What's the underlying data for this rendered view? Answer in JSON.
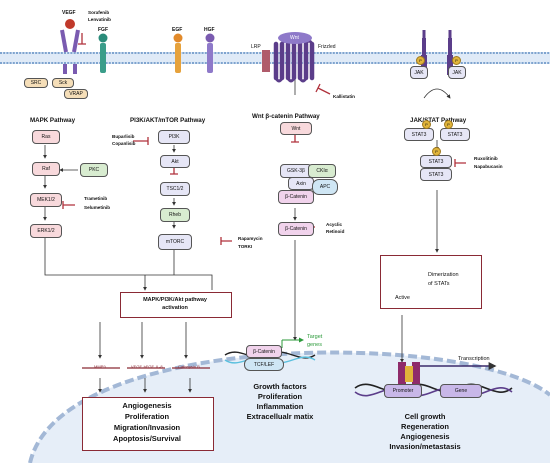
{
  "receptors": {
    "vegf": "VEGF",
    "fgf": "FGF",
    "egf": "EGF",
    "hgf": "HGF",
    "src": "SRC",
    "sck": "Sck",
    "vrap": "VRAP",
    "lrp": "LRP",
    "wnt_ligand": "Wnt",
    "frizzled": "Frizzled"
  },
  "drugs": {
    "sorafenib": "Sorafenib",
    "lenvatinib": "Lenvatinib",
    "kallistatin": "Kallistatin",
    "buparlisib": "Buparlisib",
    "copanlisib": "Copanlisib",
    "trametinib": "Trametinib",
    "selumetinib": "Selumetinib",
    "rapamycin": "Rapamycin",
    "torki": "TORKI",
    "acyclic_retinoid_1": "Acyclic",
    "acyclic_retinoid_2": "Retinoid",
    "ruxolitinib": "Ruxolitinib",
    "napabucasin": "Napabucasin"
  },
  "pathways": {
    "mapk": "MAPK Pathway",
    "pi3k": "PI3K/AKT/mTOR Pathway",
    "wnt": "Wnt β-catenin Pathway",
    "jakstat": "JAK/STAT Pathway"
  },
  "mapk_nodes": [
    "Ras",
    "Raf",
    "PKC",
    "MEK1/2",
    "ERK1/2"
  ],
  "pi3k_nodes": [
    "PI3K",
    "Akt",
    "TSC1/2",
    "Rheb",
    "mTORC"
  ],
  "wnt_nodes": {
    "wnt": "Wnt",
    "gsk": "GSK-3β",
    "ck": "CKIα",
    "axin": "Axin",
    "apc": "APC",
    "bcat1": "β-Catenin",
    "bcat2": "β-Catenin"
  },
  "jak_nodes": {
    "jak1": "JAK",
    "jak2": "JAK",
    "p": "P",
    "stat3_a": "STAT3",
    "stat3_b": "STAT3",
    "stat3_c": "STAT3",
    "stat3_d": "STAT3"
  },
  "dimer": {
    "label1": "Dimerization",
    "label2": "of STATs",
    "active": "Active"
  },
  "combined": {
    "line1": "MAPK/PI3K/Akt pathway",
    "line2": "activation"
  },
  "genes": {
    "mmp9": "MMP9",
    "vegf": "VEGF, bFGF, IL-8",
    "cath": "Cathepsin B"
  },
  "outcome_left": [
    "Angiogenesis",
    "Proliferation",
    "Migration/Invasion",
    "Apoptosis/Survival"
  ],
  "nucleus_wnt": {
    "bcat": "β-Catenin",
    "tcf": "TCF/LEF",
    "target1": "Target",
    "target2": "genes",
    "outcomes": [
      "Growth factors",
      "Proliferation",
      "Inflammation",
      "Extracellualr matix"
    ]
  },
  "nucleus_jak": {
    "promoter": "Promoter",
    "gene": "Gene",
    "transcription": "Transcription",
    "outcomes": [
      "Cell growth",
      "Regeneration",
      "Angiogenesis",
      "Invasion/metastasis"
    ]
  },
  "colors": {
    "membrane_blue": "#a9c6e6",
    "membrane_line": "#7fa4cf",
    "receptor_purple": "#5b3d8a",
    "wnt_purple": "#8e79c9",
    "inhibit_red": "#b0323c",
    "box_border": "#8a2a35",
    "green_arrow": "#2b9a3a",
    "dna_dark": "#222222"
  }
}
